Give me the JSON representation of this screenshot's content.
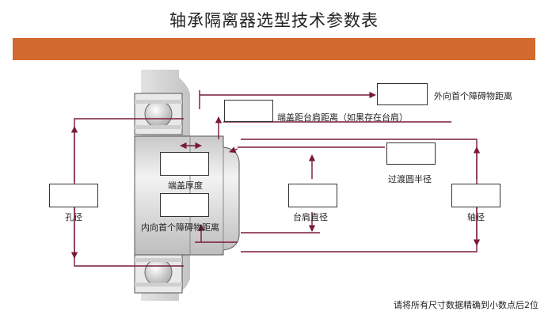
{
  "header": {
    "title": "轴承隔离器选型技术参数表",
    "band_color": "#d2692e"
  },
  "colors": {
    "dimension_line": "#7a1a35",
    "housing": "#d8d8d8",
    "shaft": "#e4e4e4"
  },
  "labels": {
    "outer_obstacle": "外向首个障碍物距离",
    "cap_to_shoulder": "端盖距台肩距离（如果存在台肩）",
    "transition_radius": "过渡圆半径",
    "cap_thickness": "端盖厚度",
    "bore_diameter": "孔径",
    "shoulder_diameter": "台肩直径",
    "shaft_diameter": "轴径",
    "inner_obstacle": "内向首个障碍物距离"
  },
  "inputs": {
    "outer_obstacle": "",
    "cap_to_shoulder": "",
    "transition_radius": "",
    "cap_thickness": "",
    "bore_diameter": "",
    "shoulder_diameter": "",
    "shaft_diameter": "",
    "inner_obstacle": ""
  },
  "footer": {
    "note": "请将所有尺寸数据精确到小数点后2位"
  }
}
